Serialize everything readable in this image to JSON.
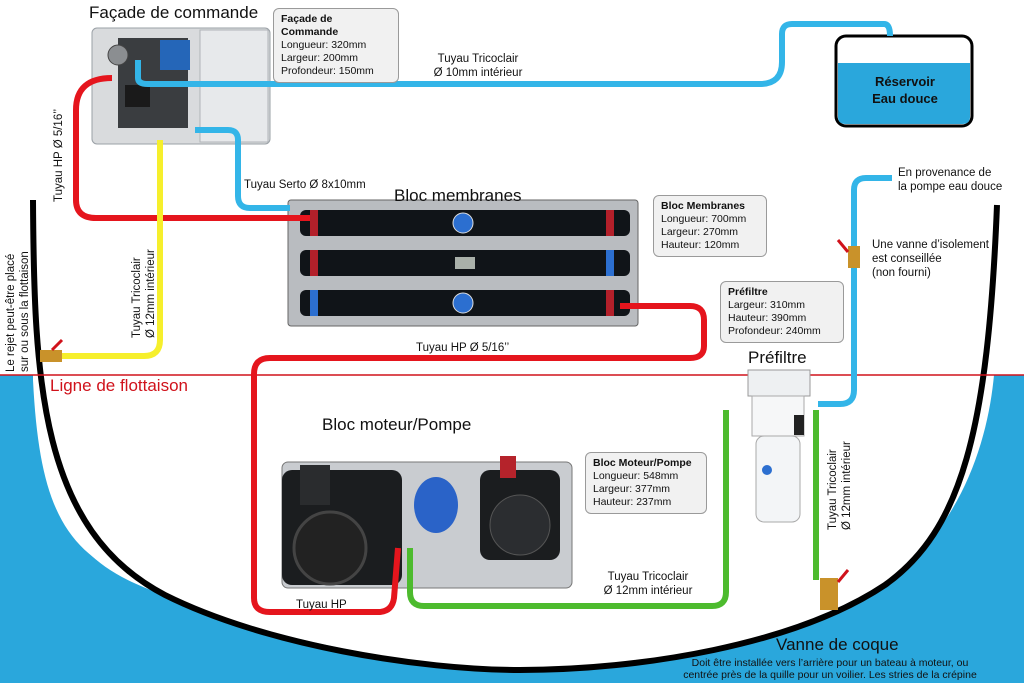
{
  "colors": {
    "water": "#2aa7dc",
    "waterline": "#d0121b",
    "hose_blue": "#33b5e8",
    "hose_red": "#e5151d",
    "hose_yellow": "#f6ef2c",
    "hose_green": "#4dbb2e",
    "hull": "#000000"
  },
  "facade": {
    "title": "Façade de commande",
    "card_title": "Façade de Commande",
    "dims": [
      "Longueur: 320mm",
      "Largeur: 200mm",
      "Profondeur: 150mm"
    ]
  },
  "top_note": "...",
  "reservoir": {
    "line1": "Réservoir",
    "line2": "Eau douce"
  },
  "hose_top": {
    "line1": "Tuyau Tricoclair",
    "line2": "Ø 10mm intérieur"
  },
  "hose_serto": "Tuyau Serto Ø 8x10mm",
  "hose_hp_vertical": "Tuyau HP Ø 5/16’’",
  "hose_reject": {
    "line1": "Tuyau Tricoclair",
    "line2": "Ø 12mm intérieur"
  },
  "reject_note": {
    "line1": "Le rejet peut-être placé",
    "line2": "sur ou sous la flottaison"
  },
  "membranes": {
    "title": "Bloc membranes",
    "card_title": "Bloc Membranes",
    "dims": [
      "Longueur: 700mm",
      "Largeur: 270mm",
      "Hauteur: 120mm"
    ]
  },
  "prefilter_card": {
    "title": "Préfiltre",
    "dims": [
      "Largeur: 310mm",
      "Hauteur: 390mm",
      "Profondeur: 240mm"
    ]
  },
  "prefilter_label": "Préfiltre",
  "hose_hp_mid": "Tuyau HP Ø 5/16’’",
  "waterline_label": "Ligne de flottaison",
  "supply_note": {
    "line1": "En provenance de",
    "line2": "la pompe eau douce"
  },
  "valve_note": {
    "line1": "Une vanne d’isolement",
    "line2": "est conseillée",
    "line3": "(non fourni)"
  },
  "motor": {
    "title": "Bloc moteur/Pompe",
    "card_title": "Bloc Moteur/Pompe",
    "dims": [
      "Longueur: 548mm",
      "Largeur: 377mm",
      "Hauteur: 237mm"
    ]
  },
  "hose_right_vertical": {
    "line1": "Tuyau Tricoclair",
    "line2": "Ø 12mm intérieur"
  },
  "hose_green_bottom": {
    "line1": "Tuyau Tricoclair",
    "line2": "Ø 12mm intérieur"
  },
  "hose_hp_bottom": "Tuyau HP",
  "hull_valve": {
    "title": "Vanne de coque",
    "line1": "Doit être installée vers l’arrière pour un bateau à moteur, ou",
    "line2": "centrée près de la quille pour un voilier. Les stries de la crépine"
  }
}
